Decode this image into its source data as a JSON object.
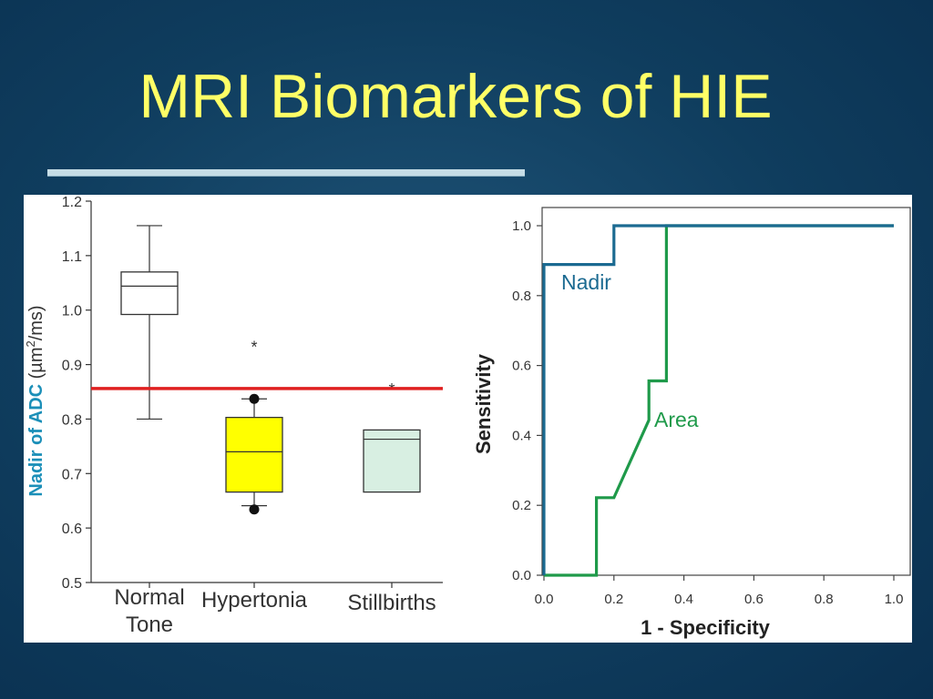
{
  "slide": {
    "title": "MRI Biomarkers of HIE"
  },
  "colors": {
    "title": "#ffff66",
    "threshold_line": "#e02020",
    "nadir": "#1b6a91",
    "area": "#1f9a4a",
    "hypertonia_box": "#ffff00",
    "stillbirths_box": "#d8efe2",
    "ylabel_accent": "#1b8fb8"
  },
  "chart_data": [
    {
      "type": "box",
      "ylabel": {
        "prefix": "Nadir of ADC",
        "unit_pre": " (µm",
        "unit_sup": "2",
        "unit_post": "/ms)"
      },
      "ylim": [
        0.5,
        1.2
      ],
      "yticks": [
        "0.5",
        "0.6",
        "0.7",
        "0.8",
        "0.9",
        "1.0",
        "1.1",
        "1.2"
      ],
      "categories": [
        "Normal\nTone",
        "Hypertonia",
        "Stillbirths"
      ],
      "boxes": [
        {
          "name": "Normal Tone",
          "whisker_low": 0.8,
          "q1": 0.992,
          "median": 1.044,
          "q3": 1.07,
          "whisker_high": 1.155,
          "fill": "#ffffff",
          "outliers": []
        },
        {
          "name": "Hypertonia",
          "whisker_low": 0.641,
          "q1": 0.666,
          "median": 0.74,
          "q3": 0.803,
          "whisker_high": 0.837,
          "fill": "#ffff00",
          "outliers": [
            0.937
          ],
          "dots": [
            0.837,
            0.634
          ]
        },
        {
          "name": "Stillbirths",
          "whisker_low": null,
          "q1": 0.666,
          "median": 0.763,
          "q3": 0.78,
          "whisker_high": null,
          "fill": "#d8efe2",
          "outliers": [
            0.859
          ],
          "dots": []
        }
      ],
      "reference_line": 0.856
    },
    {
      "type": "line",
      "xlabel": "1 - Specificity",
      "ylabel": "Sensitivity",
      "xlim": [
        0,
        1
      ],
      "ylim": [
        0,
        1
      ],
      "xticks": [
        "0.0",
        "0.2",
        "0.4",
        "0.6",
        "0.8",
        "1.0"
      ],
      "yticks": [
        "0.0",
        "0.2",
        "0.4",
        "0.6",
        "0.8",
        "1.0"
      ],
      "series": [
        {
          "name": "Nadir",
          "points": [
            [
              0,
              0
            ],
            [
              0,
              0.889
            ],
            [
              0.2,
              0.889
            ],
            [
              0.2,
              1
            ],
            [
              1,
              1
            ]
          ]
        },
        {
          "name": "Area",
          "points": [
            [
              0,
              0
            ],
            [
              0.15,
              0
            ],
            [
              0.15,
              0.222
            ],
            [
              0.2,
              0.222
            ],
            [
              0.3,
              0.444
            ],
            [
              0.3,
              0.556
            ],
            [
              0.35,
              0.556
            ],
            [
              0.35,
              1
            ],
            [
              1,
              1
            ]
          ]
        }
      ]
    }
  ]
}
